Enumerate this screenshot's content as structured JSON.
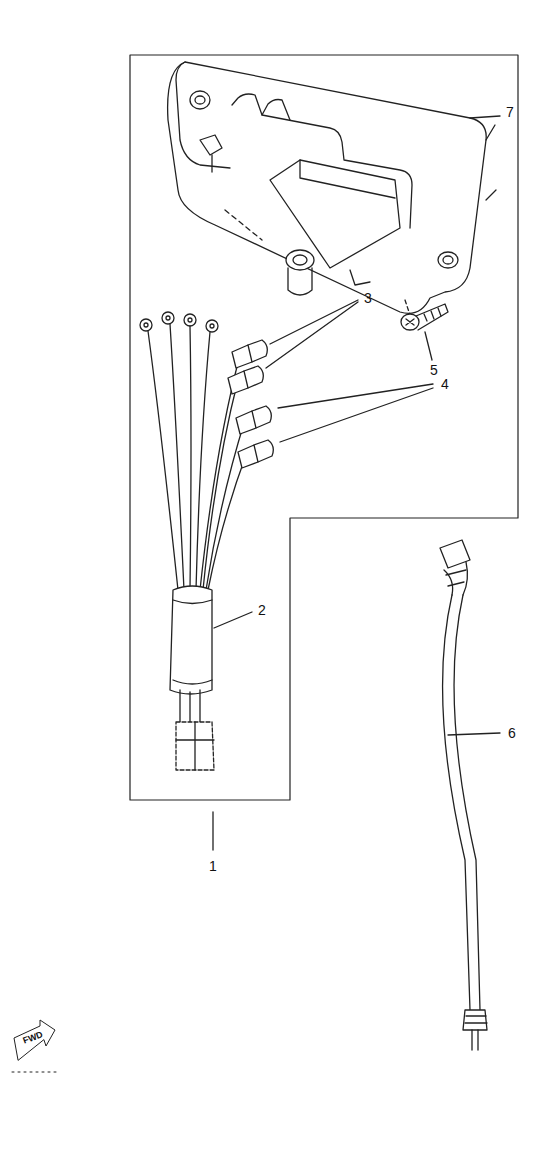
{
  "diagram": {
    "labels": [
      "7",
      "3",
      "5",
      "4",
      "2",
      "6",
      "1",
      "FWD"
    ]
  }
}
